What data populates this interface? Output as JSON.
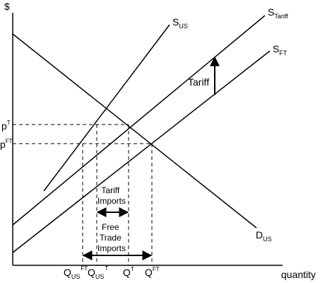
{
  "axes": {
    "y_label": "$",
    "x_label": "quantity"
  },
  "curves": {
    "s_us": {
      "main": "S",
      "sub": "US"
    },
    "s_tariff": {
      "main": "S",
      "sub": "Tariff"
    },
    "s_ft": {
      "main": "S",
      "sub": "FT"
    },
    "d_us": {
      "main": "D",
      "sub": "US"
    }
  },
  "prices": {
    "p_t": {
      "main": "p",
      "sup": "T"
    },
    "p_ft": {
      "main": "p",
      "sup": "FT"
    }
  },
  "quantities": {
    "q_us_ft": {
      "main": "Q",
      "sub": "US",
      "sup": "FT"
    },
    "q_us_t": {
      "main": "Q",
      "sub": "US",
      "sup": "T"
    },
    "q_t": {
      "main": "Q",
      "sup": "T"
    },
    "q_ft": {
      "main": "Q",
      "sup": "FT"
    }
  },
  "annotations": {
    "tariff": "Tariff",
    "tariff_imports": [
      "Tariff",
      "Imports"
    ],
    "free_trade_imports": [
      "Free",
      "Trade",
      "Imports"
    ]
  }
}
